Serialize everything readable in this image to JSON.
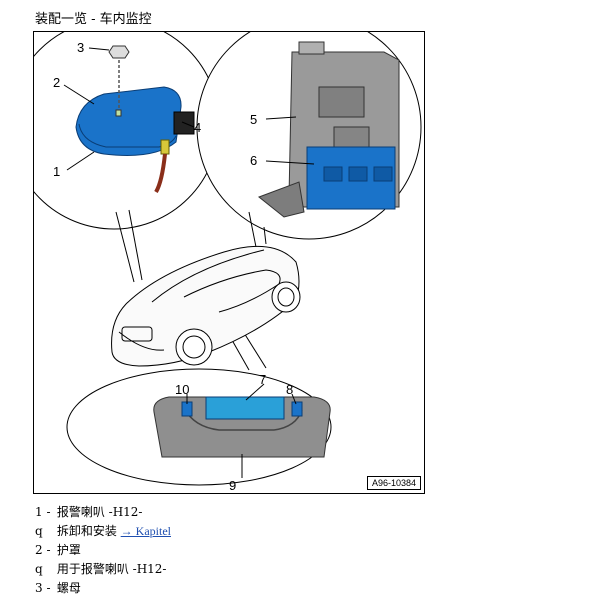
{
  "page_title": "装配一览 - 车内监控",
  "figure": {
    "id_label": "A96-10384",
    "callouts": [
      "1",
      "2",
      "3",
      "4",
      "5",
      "6",
      "7",
      "8",
      "9",
      "10"
    ]
  },
  "legend": [
    {
      "mark": "1 -",
      "text": "报警喇叭 -H12-",
      "link": ""
    },
    {
      "mark": "q",
      "text": "拆卸和安装",
      "link": "→ Kapitel"
    },
    {
      "mark": "2 -",
      "text": "护罩",
      "link": ""
    },
    {
      "mark": "q",
      "text": "用于报警喇叭 -H12-",
      "link": ""
    },
    {
      "mark": "3 -",
      "text": "螺母",
      "link": ""
    }
  ],
  "colors": {
    "part_blue": "#1a73c9",
    "module_gray": "#8f8f8f",
    "line": "#000000"
  }
}
